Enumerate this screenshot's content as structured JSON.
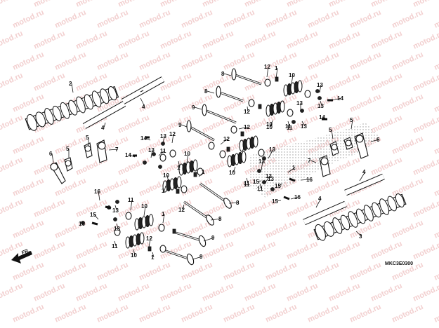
{
  "diagram": {
    "watermark_text": "motod.ru",
    "diagram_code": "MKC3E0300",
    "front_label": "FR.",
    "callouts": [
      {
        "id": "c1",
        "text": "1"
      },
      {
        "id": "c2",
        "text": "1"
      },
      {
        "id": "c3",
        "text": "1"
      },
      {
        "id": "c4",
        "text": "1"
      },
      {
        "id": "c5",
        "text": "1"
      },
      {
        "id": "c6",
        "text": "1"
      },
      {
        "id": "c7",
        "text": "1"
      },
      {
        "id": "c8",
        "text": "2"
      },
      {
        "id": "c9",
        "text": "3"
      },
      {
        "id": "c10",
        "text": "4"
      },
      {
        "id": "c11",
        "text": "4"
      },
      {
        "id": "c12",
        "text": "4"
      },
      {
        "id": "c13",
        "text": "4"
      },
      {
        "id": "c14",
        "text": "5"
      },
      {
        "id": "c15",
        "text": "5"
      },
      {
        "id": "c16",
        "text": "5"
      },
      {
        "id": "c17",
        "text": "5"
      },
      {
        "id": "c18",
        "text": "6"
      },
      {
        "id": "c19",
        "text": "6"
      },
      {
        "id": "c20",
        "text": "7"
      },
      {
        "id": "c21",
        "text": "7"
      },
      {
        "id": "c22",
        "text": "8"
      },
      {
        "id": "c23",
        "text": "8"
      },
      {
        "id": "c24",
        "text": "8"
      },
      {
        "id": "c25",
        "text": "8"
      },
      {
        "id": "c26",
        "text": "9"
      },
      {
        "id": "c27",
        "text": "9"
      },
      {
        "id": "c28",
        "text": "9"
      },
      {
        "id": "c29",
        "text": "9"
      },
      {
        "id": "c30",
        "text": "10"
      },
      {
        "id": "c31",
        "text": "10"
      },
      {
        "id": "c32",
        "text": "10"
      },
      {
        "id": "c33",
        "text": "10"
      },
      {
        "id": "c34",
        "text": "10"
      },
      {
        "id": "c35",
        "text": "10"
      },
      {
        "id": "c36",
        "text": "10"
      },
      {
        "id": "c37",
        "text": "10"
      },
      {
        "id": "c38",
        "text": "11"
      },
      {
        "id": "c39",
        "text": "11"
      },
      {
        "id": "c40",
        "text": "11"
      },
      {
        "id": "c41",
        "text": "11"
      },
      {
        "id": "c42",
        "text": "11"
      },
      {
        "id": "c43",
        "text": "11"
      },
      {
        "id": "c44",
        "text": "11"
      },
      {
        "id": "c45",
        "text": "11"
      },
      {
        "id": "c46",
        "text": "12"
      },
      {
        "id": "c47",
        "text": "12"
      },
      {
        "id": "c48",
        "text": "12"
      },
      {
        "id": "c49",
        "text": "12"
      },
      {
        "id": "c50",
        "text": "12"
      },
      {
        "id": "c51",
        "text": "12"
      },
      {
        "id": "c52",
        "text": "12"
      },
      {
        "id": "c53",
        "text": "13"
      },
      {
        "id": "c54",
        "text": "13"
      },
      {
        "id": "c55",
        "text": "13"
      },
      {
        "id": "c56",
        "text": "13"
      },
      {
        "id": "c57",
        "text": "13"
      },
      {
        "id": "c58",
        "text": "13"
      },
      {
        "id": "c59",
        "text": "13"
      },
      {
        "id": "c60",
        "text": "13"
      },
      {
        "id": "c61",
        "text": "13"
      },
      {
        "id": "c62",
        "text": "13"
      },
      {
        "id": "c63",
        "text": "13"
      },
      {
        "id": "c64",
        "text": "13"
      },
      {
        "id": "c65",
        "text": "14"
      },
      {
        "id": "c66",
        "text": "14"
      },
      {
        "id": "c67",
        "text": "14"
      },
      {
        "id": "c68",
        "text": "14"
      },
      {
        "id": "c69",
        "text": "15"
      },
      {
        "id": "c70",
        "text": "15"
      },
      {
        "id": "c71",
        "text": "15"
      },
      {
        "id": "c72",
        "text": "15"
      },
      {
        "id": "c73",
        "text": "16"
      },
      {
        "id": "c74",
        "text": "16"
      },
      {
        "id": "c75",
        "text": "16"
      },
      {
        "id": "c76",
        "text": "16"
      }
    ]
  }
}
